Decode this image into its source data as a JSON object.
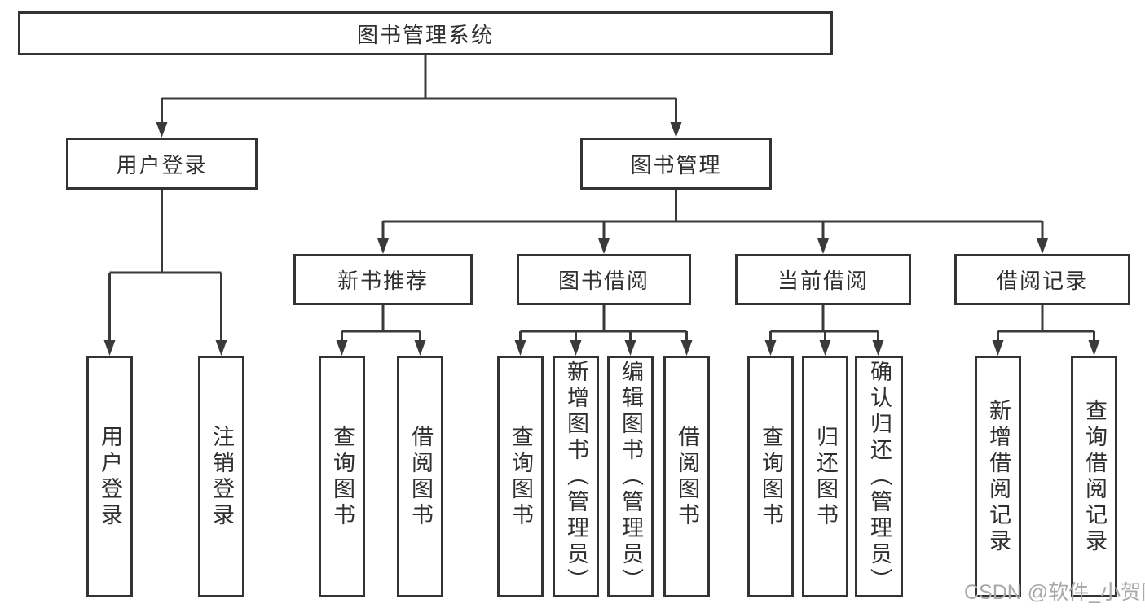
{
  "diagram": {
    "root": {
      "label": "图书管理系统"
    },
    "level2": [
      {
        "label": "用户登录"
      },
      {
        "label": "图书管理"
      }
    ],
    "level3": [
      {
        "label": "新书推荐"
      },
      {
        "label": "图书借阅"
      },
      {
        "label": "当前借阅"
      },
      {
        "label": "借阅记录"
      }
    ],
    "leaves": {
      "user_login": [
        "用户登录",
        "注销登录"
      ],
      "new_book": [
        "查询图书",
        "借阅图书"
      ],
      "book_borrow": [
        "查询图书",
        "新增图书（管理员）",
        "编辑图书（管理员）",
        "借阅图书"
      ],
      "current_borrow": [
        "查询图书",
        "归还图书",
        "确认归还（管理员）"
      ],
      "borrow_record": [
        "新增借阅记录",
        "查询借阅记录"
      ]
    },
    "watermark": "CSDN @软件_小贺同学",
    "colors": {
      "line": "#3a3a3a",
      "border": "#333333",
      "text": "#2f2f2f",
      "watermark": "#a8a8a8",
      "background": "#ffffff"
    }
  }
}
